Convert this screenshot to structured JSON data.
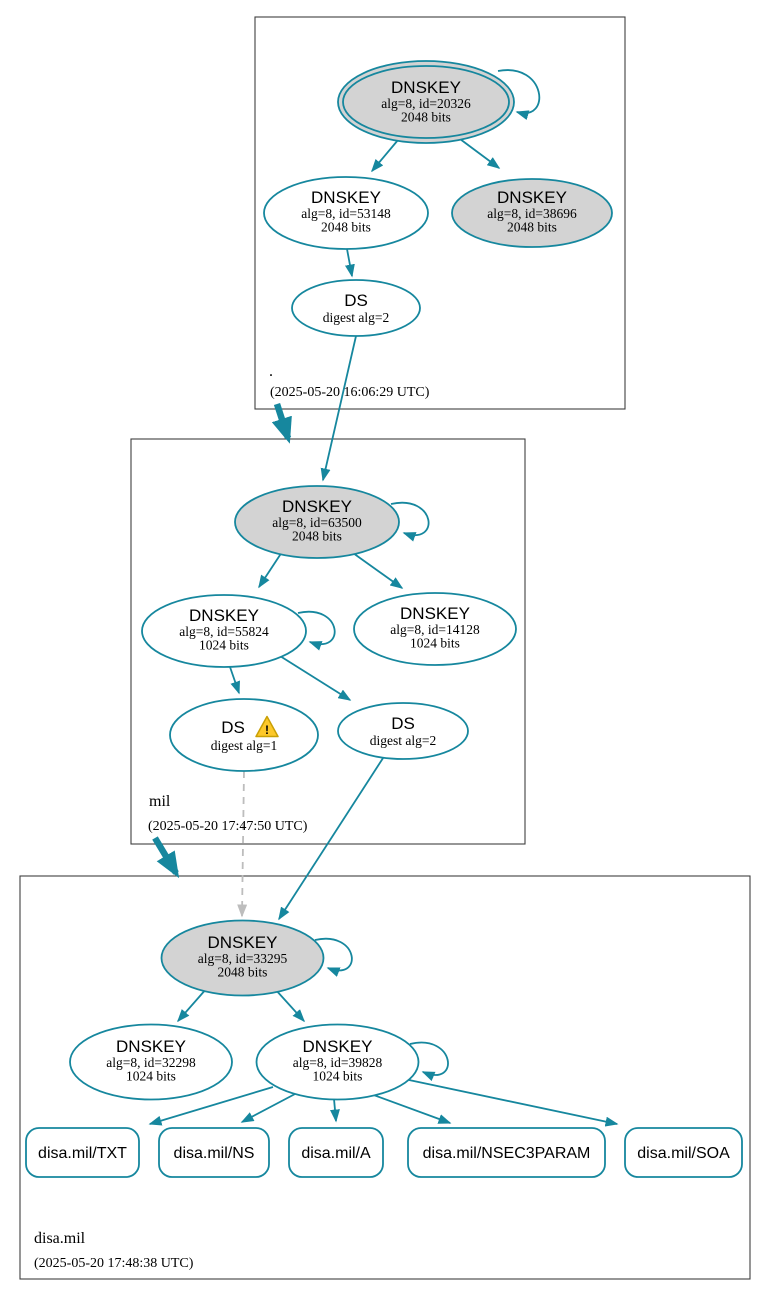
{
  "colors": {
    "edge_teal": "#16879e",
    "node_gray_fill": "#d3d3d3",
    "node_white_fill": "#ffffff",
    "zone_border_gray": "#3f3f3f",
    "insecure_dashed_gray": "#bdbdbd",
    "warning_yellow": "#fdc82a",
    "warning_border": "#c9a005",
    "text_black": "#000000"
  },
  "zones": [
    {
      "name": ".",
      "timestamp": "(2025-05-20 16:06:29 UTC)",
      "nodes": {
        "ksk": {
          "title": "DNSKEY",
          "detail": "alg=8, id=20326",
          "bits": "2048 bits"
        },
        "zsk": {
          "title": "DNSKEY",
          "detail": "alg=8, id=53148",
          "bits": "2048 bits"
        },
        "key2": {
          "title": "DNSKEY",
          "detail": "alg=8, id=38696",
          "bits": "2048 bits"
        },
        "ds": {
          "title": "DS",
          "detail": "digest alg=2"
        }
      }
    },
    {
      "name": "mil",
      "timestamp": "(2025-05-20 17:47:50 UTC)",
      "nodes": {
        "ksk": {
          "title": "DNSKEY",
          "detail": "alg=8, id=63500",
          "bits": "2048 bits"
        },
        "zsk": {
          "title": "DNSKEY",
          "detail": "alg=8, id=55824",
          "bits": "1024 bits"
        },
        "key2": {
          "title": "DNSKEY",
          "detail": "alg=8, id=14128",
          "bits": "1024 bits"
        },
        "ds1": {
          "title": "DS",
          "detail": "digest alg=1",
          "warning": "!"
        },
        "ds2": {
          "title": "DS",
          "detail": "digest alg=2"
        }
      }
    },
    {
      "name": "disa.mil",
      "timestamp": "(2025-05-20 17:48:38 UTC)",
      "nodes": {
        "ksk": {
          "title": "DNSKEY",
          "detail": "alg=8, id=33295",
          "bits": "2048 bits"
        },
        "key2": {
          "title": "DNSKEY",
          "detail": "alg=8, id=32298",
          "bits": "1024 bits"
        },
        "zsk": {
          "title": "DNSKEY",
          "detail": "alg=8, id=39828",
          "bits": "1024 bits"
        }
      },
      "rrsets": [
        {
          "label": "disa.mil/TXT"
        },
        {
          "label": "disa.mil/NS"
        },
        {
          "label": "disa.mil/A"
        },
        {
          "label": "disa.mil/NSEC3PARAM"
        },
        {
          "label": "disa.mil/SOA"
        }
      ]
    }
  ]
}
